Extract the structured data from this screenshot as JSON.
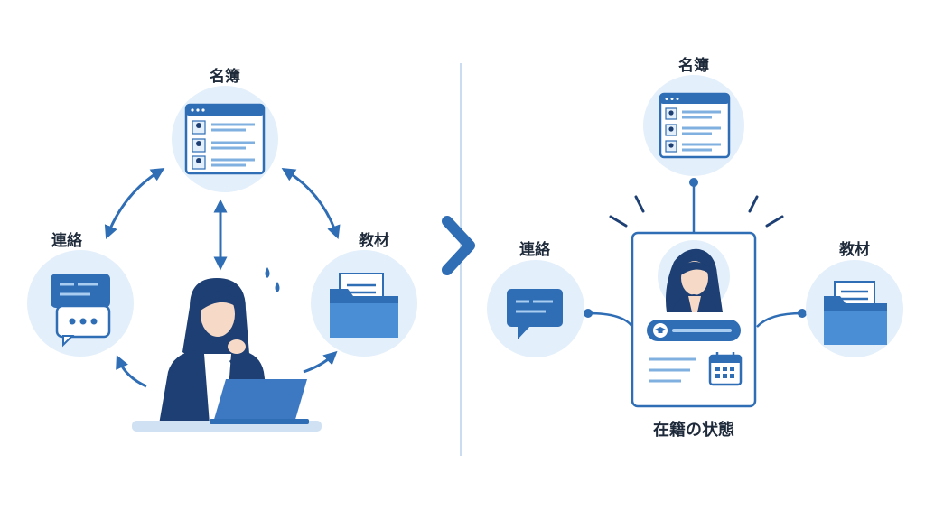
{
  "left_panel": {
    "nodes": {
      "roster": {
        "label": "名簿"
      },
      "contact": {
        "label": "連絡"
      },
      "materials": {
        "label": "教材"
      }
    }
  },
  "right_panel": {
    "nodes": {
      "roster": {
        "label": "名簿"
      },
      "contact": {
        "label": "連絡"
      },
      "materials": {
        "label": "教材"
      }
    },
    "card_caption": "在籍の状態"
  },
  "colors": {
    "primary": "#2f6db5",
    "dark": "#1d3f73",
    "light_circle": "#e3effa",
    "accent": "#4a8fd6"
  },
  "icons": [
    "roster-icon",
    "chat-icon",
    "folder-icon",
    "calendar-icon",
    "graduation-cap-icon",
    "arrow-right-icon"
  ]
}
